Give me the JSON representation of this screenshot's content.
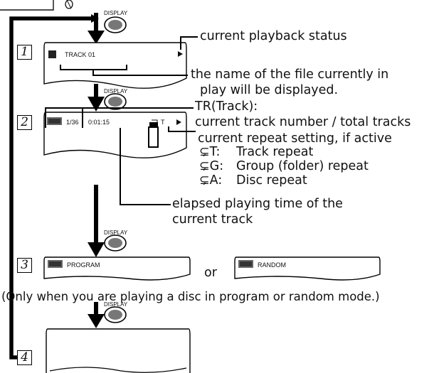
{
  "colors": {
    "ink": "#111111",
    "screen_fill": "#ffffff",
    "icon_dark": "#222222",
    "button_gray": "#8a8a8a"
  },
  "display_label": "DISPLAY",
  "steps": [
    "1",
    "2",
    "3",
    "4"
  ],
  "screen1": {
    "label": "TRACK 01",
    "play_icon": "play-icon"
  },
  "screen2": {
    "tracks": "1/36",
    "time": "0:01:15",
    "repeat": "T",
    "repeat_icon": "repeat-icon",
    "play_icon": "play-icon"
  },
  "screen3": {
    "program": "PROGRAM",
    "or": "or",
    "random": "RANDOM"
  },
  "callouts": {
    "status": "current playback status",
    "filename_1": "the name of the file currently in",
    "filename_2": "play will be displayed.",
    "track_1": "TR(Track):",
    "track_2": "current track number / total tracks",
    "repeat_head": "current repeat setting, if active",
    "repeat_items": [
      {
        "key": "T:",
        "desc": "Track repeat"
      },
      {
        "key": "G:",
        "desc": "Group (folder) repeat"
      },
      {
        "key": "A:",
        "desc": "Disc repeat"
      }
    ],
    "elapsed_1": "elapsed playing time of the",
    "elapsed_2": "current track"
  },
  "note": "(Only when you are playing a disc in program or random mode.)"
}
